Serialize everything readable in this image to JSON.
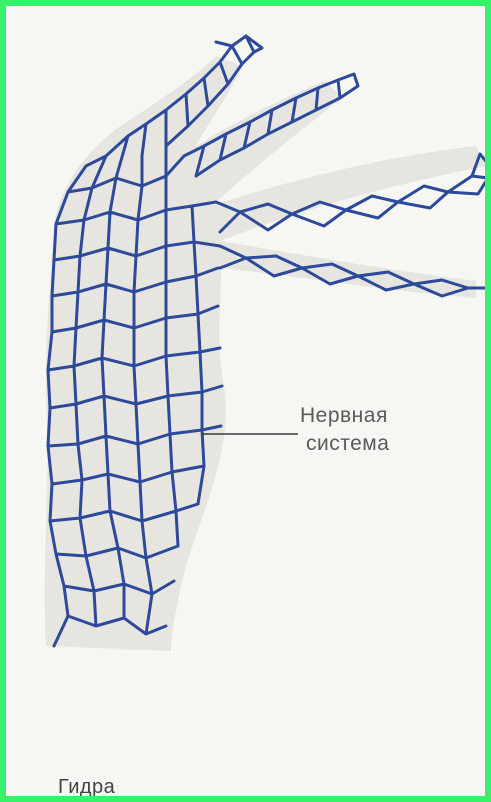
{
  "diagram": {
    "label_line1": "Нервная",
    "label_line2": "система",
    "caption": "Гидра"
  },
  "colors": {
    "border": "#39f06b",
    "nerve_net": "#2d4a9a",
    "body": "#e8e6e1",
    "label_text": "#5a5a5a"
  }
}
